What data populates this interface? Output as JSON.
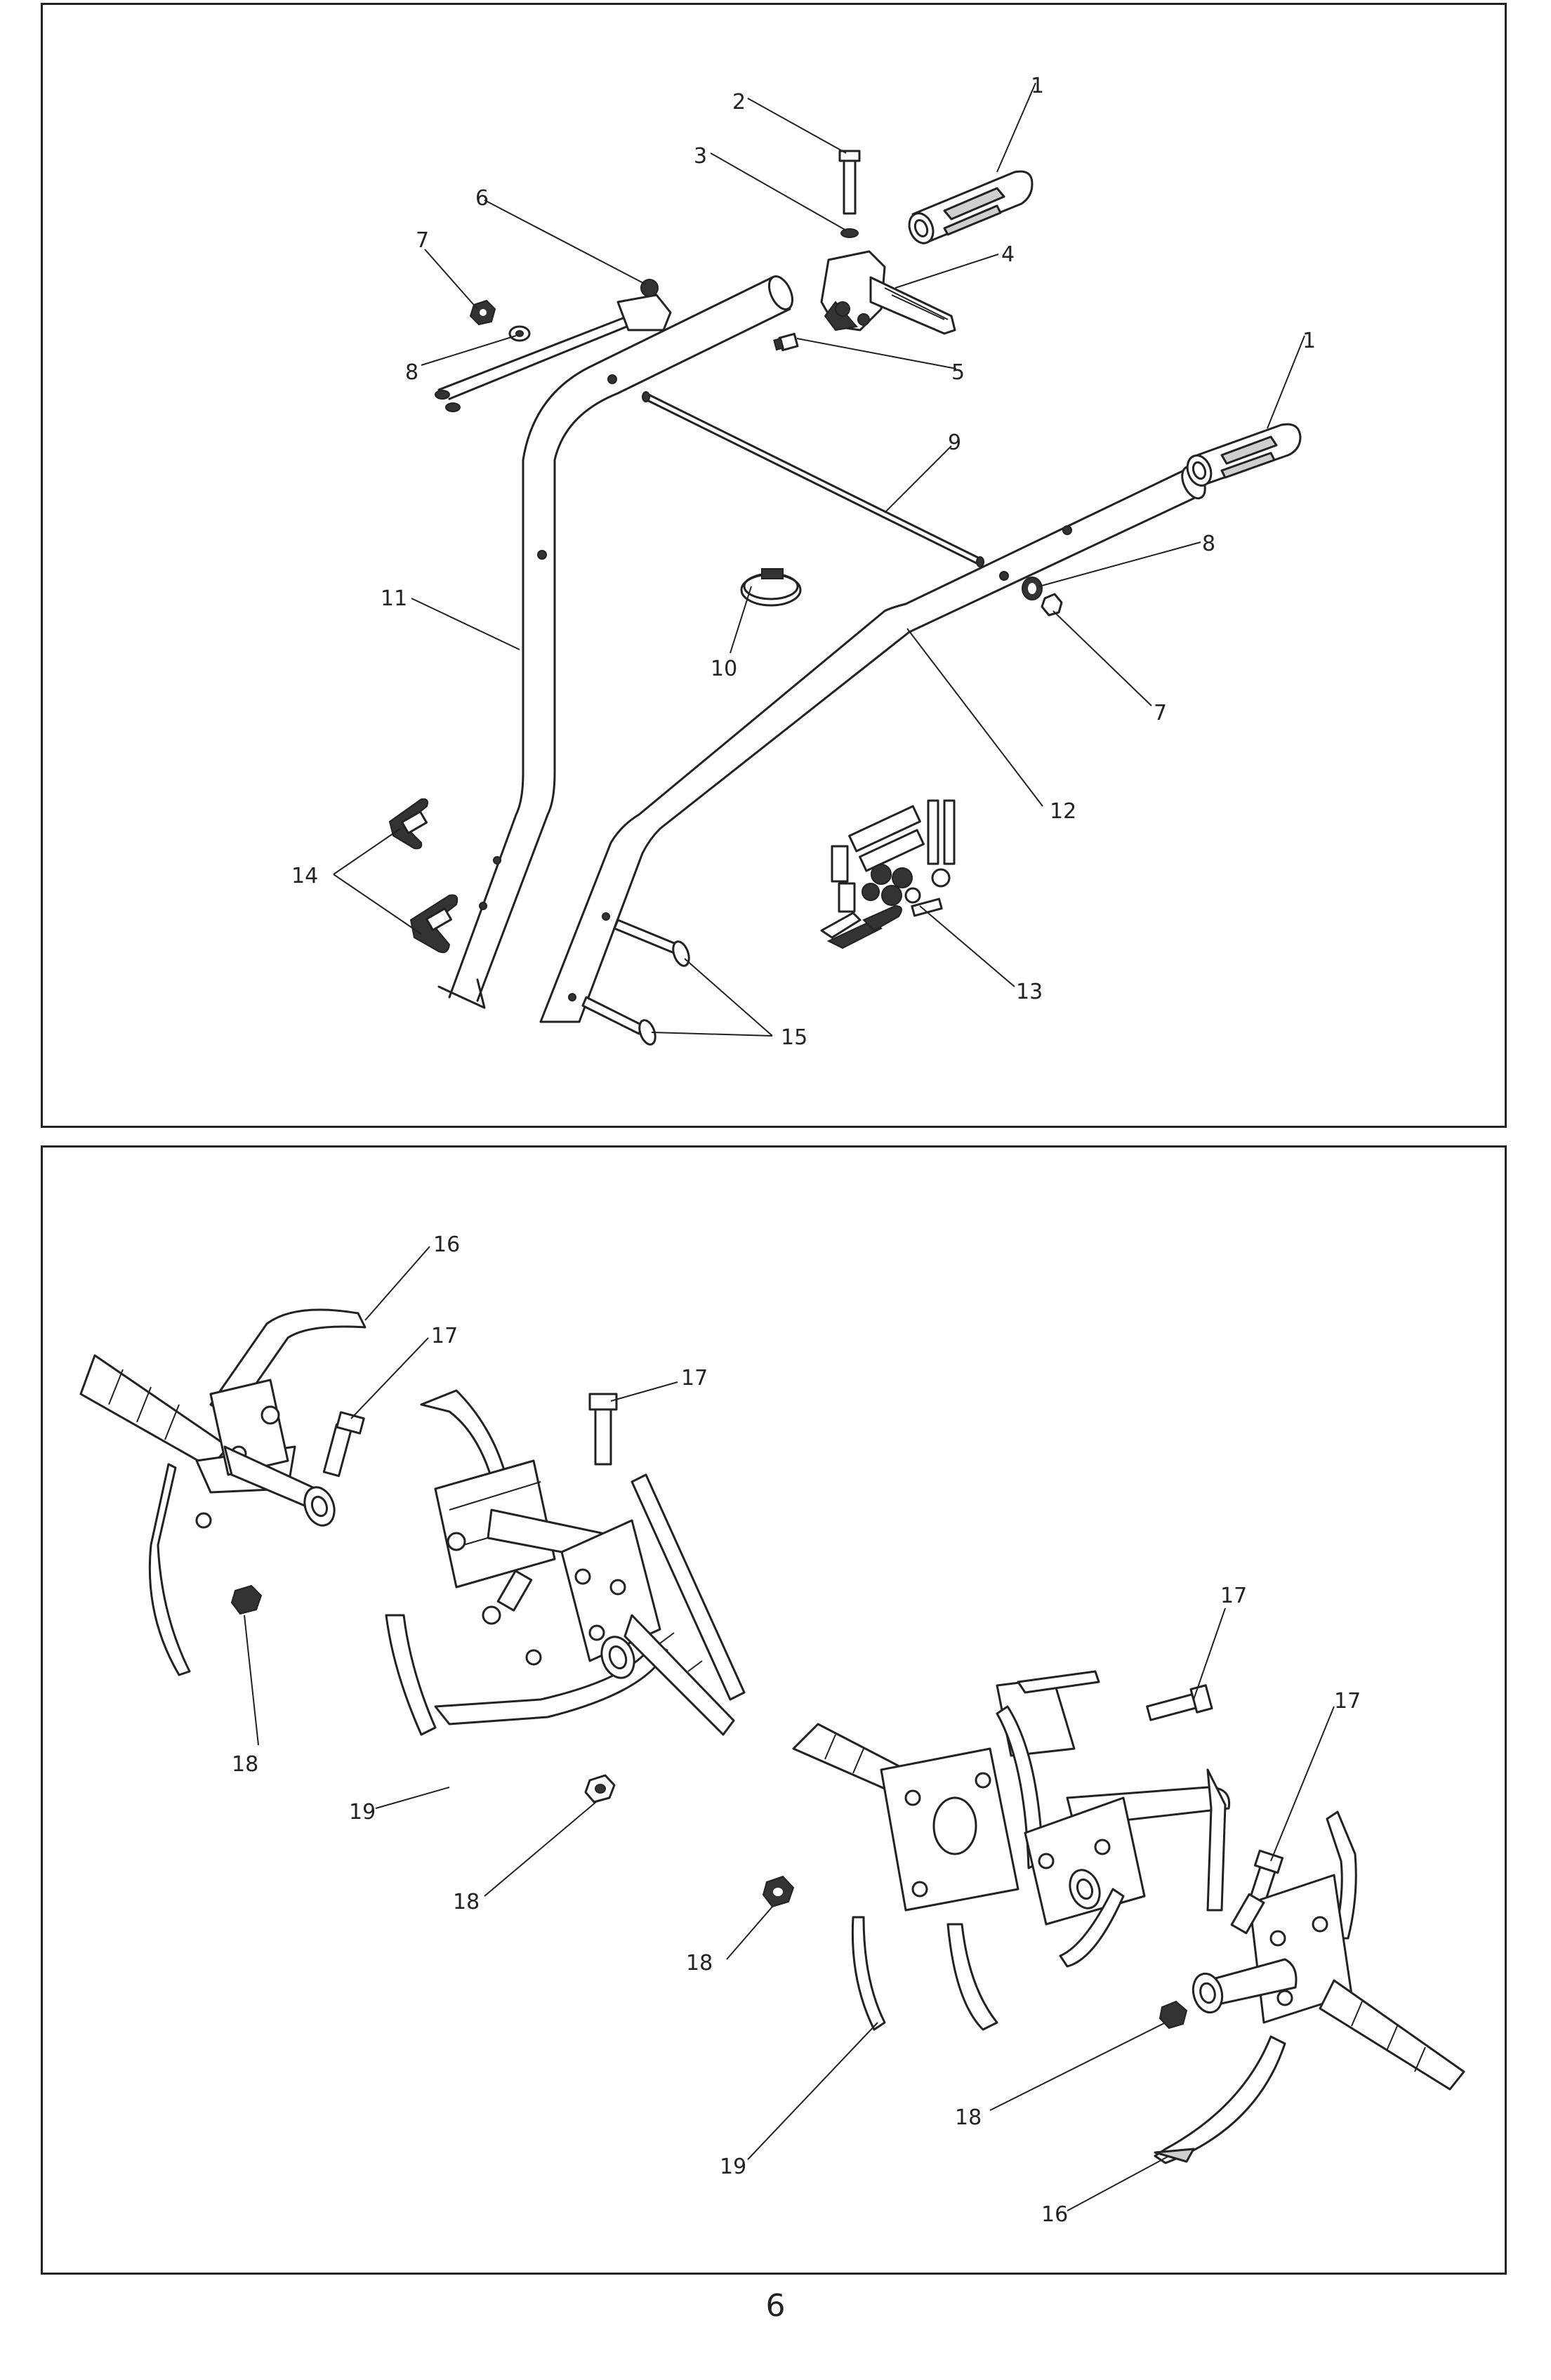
{
  "page": {
    "number": "6"
  },
  "callouts_top": [
    "1",
    "2",
    "3",
    "4",
    "5",
    "6",
    "7",
    "8",
    "1",
    "9",
    "8",
    "11",
    "10",
    "7",
    "12",
    "14",
    "13",
    "15"
  ],
  "callouts_bottom": [
    "16",
    "17",
    "17",
    "18",
    "19",
    "18",
    "17",
    "17",
    "18",
    "19",
    "18",
    "16"
  ]
}
